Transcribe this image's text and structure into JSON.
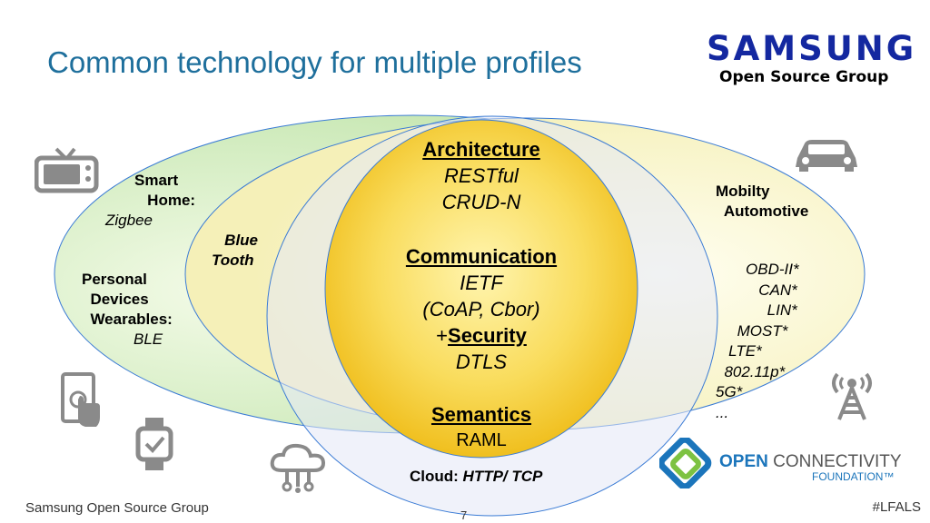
{
  "header": {
    "title": "Common technology for multiple profiles",
    "logo_brand": "SAMSUNG",
    "logo_sub": "Open Source Group"
  },
  "profiles": {
    "smart_home": {
      "title": "Smart\n   Home:",
      "tech": "Zigbee"
    },
    "personal": {
      "title": "Personal\n  Devices\n  Wearables:",
      "tech": "BLE"
    },
    "bluetooth": {
      "title": "   Blue\nTooth"
    },
    "mobility": {
      "title": "Mobilty\n  Automotive",
      "techs": "       OBD-II*\n          CAN*\n            LIN*\n     MOST*\n   LTE*\n  802.11p*\n5G*\n..."
    },
    "cloud": {
      "prefix": "Cloud: ",
      "tech": "HTTP/ TCP"
    }
  },
  "core": {
    "architecture_heading": "Architecture",
    "architecture_items": "RESTful\nCRUD-N",
    "communication_heading": "Communication",
    "communication_items": "IETF\n(CoAP, Cbor)",
    "security_prefix": "+",
    "security_heading": "Security",
    "security_items": "DTLS",
    "semantics_heading": "Semantics",
    "semantics_items": "RAML"
  },
  "ocf_logo": {
    "line1_a": "OPEN ",
    "line1_b": "CONNECTIVITY",
    "line2": "FOUNDATION™"
  },
  "footer": {
    "left": "Samsung Open Source Group",
    "right": "#LFALS",
    "page": "7"
  },
  "icons": [
    "tv-icon",
    "car-icon",
    "tablet-touch-icon",
    "smartwatch-icon",
    "cloud-network-icon",
    "antenna-tower-icon"
  ],
  "colors": {
    "title": "#1e6f9c",
    "samsung": "#1428a0",
    "outer_ellipse": "#d9f0c8",
    "mid_ellipse": "#fbf7c9",
    "core_gradient_inner": "#fff3a8",
    "core_gradient_outer": "#f3c21c",
    "cloud_ellipse": "#d6dcf2"
  }
}
